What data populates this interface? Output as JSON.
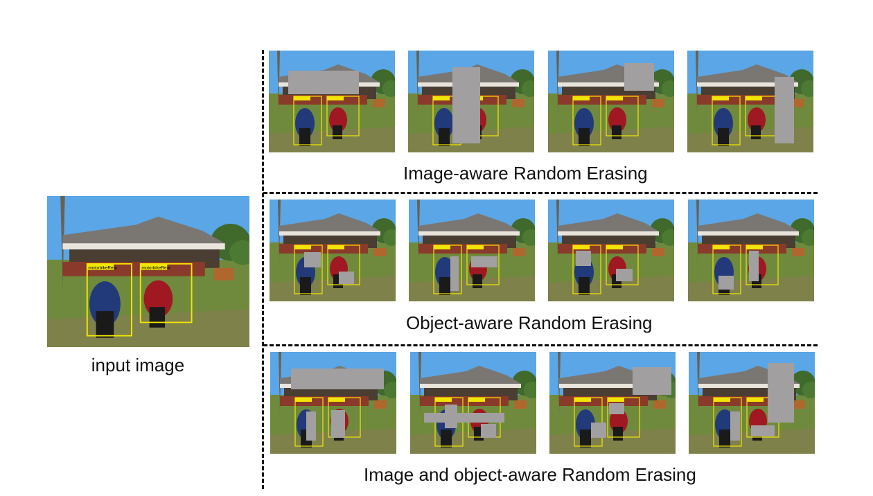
{
  "input_caption": "input image",
  "box_label": "motorbikeRear",
  "row_captions": [
    "Image-aware Random Erasing",
    "Object-aware Random Erasing",
    "Image and object-aware Random Erasing"
  ],
  "colors": {
    "sky": "#5aa6e6",
    "grass": "#6f8a3c",
    "roof": "#7a7672",
    "deck": "#8a3a2a",
    "erase_gray": "#a29fa0",
    "box_yellow": "#f2e600",
    "bike_blue": "#223a7a",
    "bike_red": "#a01822"
  }
}
